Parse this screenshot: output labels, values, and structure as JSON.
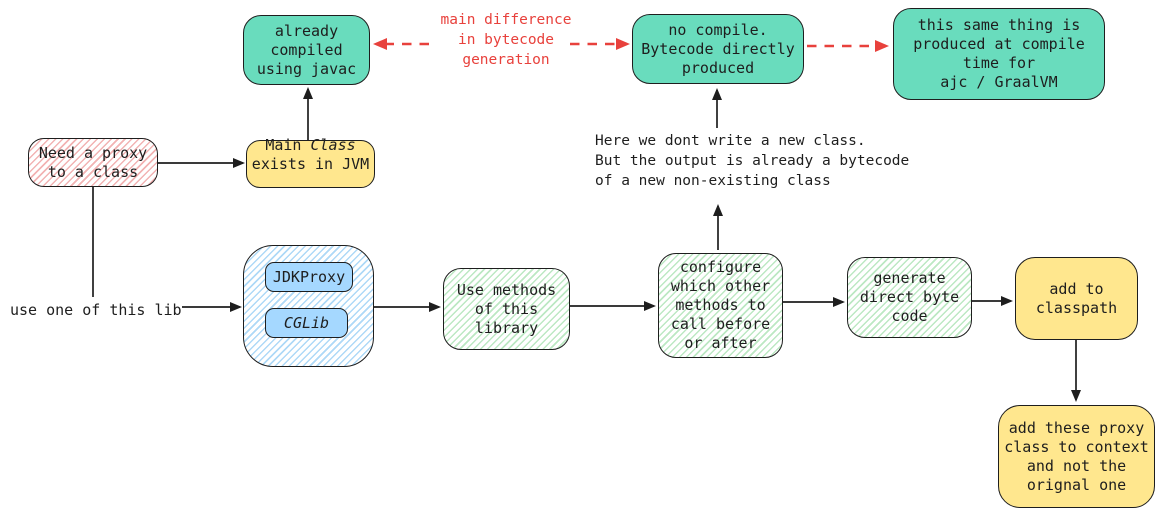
{
  "colors": {
    "stroke": "#1e1e1e",
    "teal": "#69dcbd",
    "yellow": "#ffe78e",
    "blue": "#a5d8ff",
    "red": "#e8413c",
    "pink-hatch": "#f2b3b3",
    "green-hatch": "#bce8c3",
    "blue-hatch": "#aed9f7"
  },
  "nodes": {
    "already_compiled": "already\ncompiled\nusing javac",
    "no_compile": "no compile.\nBytecode directly\nproduced",
    "same_thing": "this same thing is\nproduced at compile\ntime for\najc / GraalVM",
    "need_proxy": "Need a proxy\nto a class",
    "main_class_part1": "Main ",
    "main_class_part2": "Class",
    "main_class_line2": "exists in JVM",
    "jdkproxy": "JDKProxy",
    "cglib": "CGLib",
    "use_methods": "Use methods\nof this\nlibrary",
    "configure": "configure\nwhich other\nmethods to\ncall before\nor after",
    "generate": "generate\ndirect byte\ncode",
    "add_classpath": "add to\nclasspath",
    "add_context": "add these proxy\nclass to context\nand not the\norignal one"
  },
  "labels": {
    "main_difference": "main difference\nin bytecode\ngeneration",
    "here_we_dont": "Here we dont write a new class.\nBut the output is already a bytecode\nof a new non-existing class",
    "use_one_lib": "use one of this lib"
  }
}
